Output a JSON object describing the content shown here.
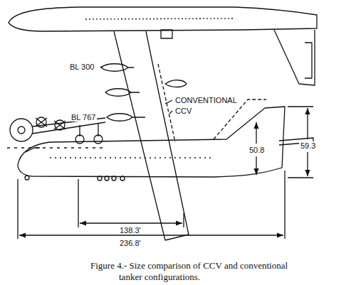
{
  "diagram": {
    "caption": "Figure 4.- Size comparison of CCV and conventional tanker configurations.",
    "labels": [
      "BL 300",
      "BL 767",
      "CONVENTIONAL",
      "CCV",
      "50.8",
      "59.3",
      "138.3'",
      "236.8'"
    ]
  }
}
